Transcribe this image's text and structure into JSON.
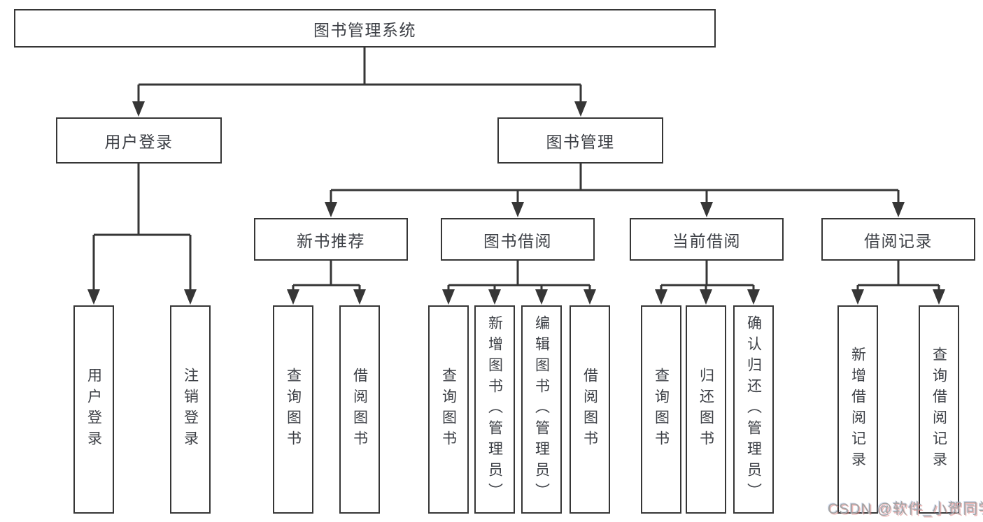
{
  "tree": {
    "root": {
      "label": "图书管理系统"
    },
    "branches": [
      {
        "label": "用户登录",
        "children": [
          {
            "label": "用户登录"
          },
          {
            "label": "注销登录"
          }
        ]
      },
      {
        "label": "图书管理",
        "children": [
          {
            "label": "新书推荐",
            "children": [
              {
                "label": "查询图书"
              },
              {
                "label": "借阅图书"
              }
            ]
          },
          {
            "label": "图书借阅",
            "children": [
              {
                "label": "查询图书"
              },
              {
                "label": "新增图书（管理员）"
              },
              {
                "label": "编辑图书（管理员）"
              },
              {
                "label": "借阅图书"
              }
            ]
          },
          {
            "label": "当前借阅",
            "children": [
              {
                "label": "查询图书"
              },
              {
                "label": "归还图书"
              },
              {
                "label": "确认归还（管理员）"
              }
            ]
          },
          {
            "label": "借阅记录",
            "children": [
              {
                "label": "新增借阅记录"
              },
              {
                "label": "查询借阅记录"
              }
            ]
          }
        ]
      }
    ]
  },
  "watermark": {
    "text": "CSDN @软件_小贺同学"
  },
  "colors": {
    "line": "#363636",
    "node_text": "#3d4046",
    "node_background": "#ffffff",
    "watermark_text": "#a3a3a3"
  }
}
